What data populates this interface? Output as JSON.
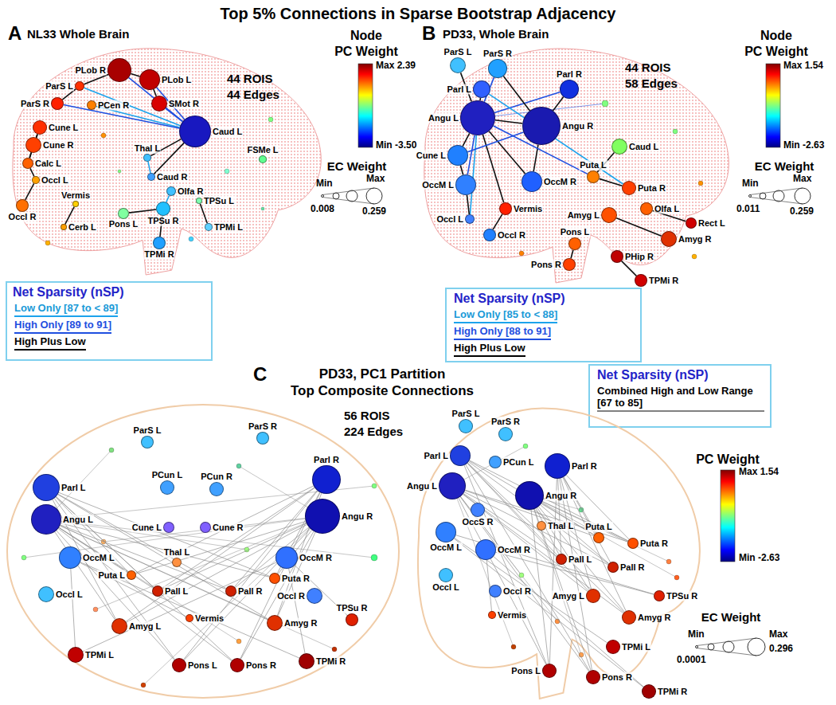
{
  "diagram": {
    "title": "Top 5% Connections in Sparse Bootstrap Adjacency",
    "nodes": [
      {
        "text": [
          "PLob R"
        ]
      },
      {
        "text": [
          "PLob L"
        ]
      },
      {
        "text": [
          "ParS L"
        ]
      },
      {
        "text": [
          "ParS R"
        ]
      },
      {
        "text": [
          "SMot R"
        ]
      },
      {
        "text": [
          "PCen R"
        ]
      },
      {
        "text": [
          "FSMe L"
        ]
      },
      {
        "text": [
          "Cune L"
        ]
      },
      {
        "text": [
          "Cune R"
        ]
      },
      {
        "text": [
          "Calc L"
        ]
      },
      {
        "text": [
          "Occl L"
        ]
      },
      {
        "text": [
          "Thal L"
        ]
      },
      {
        "text": [
          "Caud L"
        ]
      },
      {
        "text": [
          "Caud R"
        ]
      },
      {
        "text": [
          "Olfa R"
        ]
      },
      {
        "text": [
          "Occl R"
        ]
      },
      {
        "text": [
          "Vermis"
        ]
      },
      {
        "text": [
          "TPSu L"
        ]
      },
      {
        "text": [
          "Pons L"
        ]
      },
      {
        "text": [
          "TPSu R"
        ]
      },
      {
        "text": [
          "Cerb L"
        ]
      },
      {
        "text": [
          "TPMi L"
        ]
      },
      {
        "text": [
          "TPMi R"
        ]
      },
      {
        "text": [
          "ParS L"
        ]
      },
      {
        "text": [
          "ParS R"
        ]
      },
      {
        "text": [
          "Parl L"
        ]
      },
      {
        "text": [
          "Parl R"
        ]
      },
      {
        "text": [
          "Angu L"
        ]
      },
      {
        "text": [
          "Angu R"
        ]
      },
      {
        "text": [
          "Cune L"
        ]
      },
      {
        "text": [
          "Caud L"
        ]
      },
      {
        "text": [
          "Puta L"
        ]
      },
      {
        "text": [
          "OccM L"
        ]
      },
      {
        "text": [
          "OccM R"
        ]
      },
      {
        "text": [
          "Puta R"
        ]
      },
      {
        "text": [
          "Olfa L"
        ]
      },
      {
        "text": [
          "Vermis"
        ]
      },
      {
        "text": [
          "Amyg L"
        ]
      },
      {
        "text": [
          "Rect L"
        ]
      },
      {
        "text": [
          "Occl L"
        ]
      },
      {
        "text": [
          "Occl R"
        ]
      },
      {
        "text": [
          "Pons L"
        ]
      },
      {
        "text": [
          "Amyg R"
        ]
      },
      {
        "text": [
          "PHip R"
        ]
      },
      {
        "text": [
          "Pons R"
        ]
      },
      {
        "text": [
          "TPMi R"
        ]
      },
      {
        "text": [
          "ParS L"
        ]
      },
      {
        "text": [
          "ParS R"
        ]
      },
      {
        "text": [
          "Parl L"
        ]
      },
      {
        "text": [
          "PCun L"
        ]
      },
      {
        "text": [
          "PCun R"
        ]
      },
      {
        "text": [
          "Parl R"
        ]
      },
      {
        "text": [
          "Angu L"
        ]
      },
      {
        "text": [
          "Angu R"
        ]
      },
      {
        "text": [
          "Cune L"
        ]
      },
      {
        "text": [
          "Cune R"
        ]
      },
      {
        "text": [
          "OccM L"
        ]
      },
      {
        "text": [
          "OccM R"
        ]
      },
      {
        "text": [
          "Thal L"
        ]
      },
      {
        "text": [
          "Puta L"
        ]
      },
      {
        "text": [
          "Puta R"
        ]
      },
      {
        "text": [
          "Pall L"
        ]
      },
      {
        "text": [
          "Pall R"
        ]
      },
      {
        "text": [
          "Occl L"
        ]
      },
      {
        "text": [
          "Occl R"
        ]
      },
      {
        "text": [
          "Vermis"
        ]
      },
      {
        "text": [
          "Amyg L"
        ]
      },
      {
        "text": [
          "Amyg R"
        ]
      },
      {
        "text": [
          "TPSu R"
        ]
      },
      {
        "text": [
          "TPMi L"
        ]
      },
      {
        "text": [
          "Pons L"
        ]
      },
      {
        "text": [
          "Pons R"
        ]
      },
      {
        "text": [
          "TPMi R"
        ]
      },
      {
        "text": [
          "ParS L"
        ]
      },
      {
        "text": [
          "ParS R"
        ]
      },
      {
        "text": [
          "Parl L"
        ]
      },
      {
        "text": [
          "PCun L"
        ]
      },
      {
        "text": [
          "Parl R"
        ]
      },
      {
        "text": [
          "Angu L"
        ]
      },
      {
        "text": [
          "Angu R"
        ]
      },
      {
        "text": [
          "OccS R"
        ]
      },
      {
        "text": [
          "OccM L"
        ]
      },
      {
        "text": [
          "OccM R"
        ]
      },
      {
        "text": [
          "Thal L"
        ]
      },
      {
        "text": [
          "Puta L"
        ]
      },
      {
        "text": [
          "Puta R"
        ]
      },
      {
        "text": [
          "Pall L"
        ]
      },
      {
        "text": [
          "Pall R"
        ]
      },
      {
        "text": [
          "Occl L"
        ]
      },
      {
        "text": [
          "Occl R"
        ]
      },
      {
        "text": [
          "Amyg L"
        ]
      },
      {
        "text": [
          "TPSu R"
        ]
      },
      {
        "text": [
          "Amyg R"
        ]
      },
      {
        "text": [
          "Vermis"
        ]
      },
      {
        "text": [
          "TPMi L"
        ]
      },
      {
        "text": [
          "Pons L"
        ]
      },
      {
        "text": [
          "Pons R"
        ]
      },
      {
        "text": [
          "TPMi R"
        ]
      }
    ],
    "edges": [
      {
        "from": 12,
        "to": 0,
        "arrow": "none"
      },
      {
        "from": 12,
        "to": 1,
        "arrow": "none"
      },
      {
        "from": 12,
        "to": 2,
        "arrow": "none"
      },
      {
        "from": 12,
        "to": 4,
        "arrow": "none"
      },
      {
        "from": 12,
        "to": 5,
        "arrow": "none"
      },
      {
        "from": 12,
        "to": 3,
        "arrow": "none"
      },
      {
        "from": 0,
        "to": 1,
        "arrow": "none"
      },
      {
        "from": 2,
        "to": 0,
        "arrow": "none"
      },
      {
        "from": 1,
        "to": 4,
        "arrow": "none"
      },
      {
        "from": 3,
        "to": 2,
        "arrow": "none"
      },
      {
        "from": 12,
        "to": 11,
        "arrow": "none"
      },
      {
        "from": 12,
        "to": 13,
        "arrow": "none"
      },
      {
        "from": 11,
        "to": 13,
        "arrow": "none"
      },
      {
        "from": 7,
        "to": 8,
        "arrow": "none"
      },
      {
        "from": 8,
        "to": 9,
        "arrow": "none"
      },
      {
        "from": 9,
        "to": 10,
        "arrow": "none"
      },
      {
        "from": 10,
        "to": 15,
        "arrow": "none"
      },
      {
        "from": 7,
        "to": 9,
        "arrow": "none"
      },
      {
        "from": 16,
        "to": 20,
        "arrow": "none"
      },
      {
        "from": 14,
        "to": 19,
        "arrow": "none"
      },
      {
        "from": 19,
        "to": 22,
        "arrow": "none"
      },
      {
        "from": 17,
        "to": 21,
        "arrow": "none"
      },
      {
        "from": 18,
        "to": 19,
        "arrow": "none"
      },
      {
        "from": 27,
        "to": 23,
        "arrow": "none"
      },
      {
        "from": 27,
        "to": 24,
        "arrow": "none"
      },
      {
        "from": 27,
        "to": 25,
        "arrow": "none"
      },
      {
        "from": 27,
        "to": 26,
        "arrow": "none"
      },
      {
        "from": 27,
        "to": 28,
        "arrow": "none"
      },
      {
        "from": 27,
        "to": 29,
        "arrow": "none"
      },
      {
        "from": 27,
        "to": 32,
        "arrow": "none"
      },
      {
        "from": 27,
        "to": 33,
        "arrow": "none"
      },
      {
        "from": 27,
        "to": 39,
        "arrow": "none"
      },
      {
        "from": 27,
        "to": 36,
        "arrow": "none"
      },
      {
        "from": 28,
        "to": 26,
        "arrow": "none"
      },
      {
        "from": 28,
        "to": 24,
        "arrow": "none"
      },
      {
        "from": 28,
        "to": 33,
        "arrow": "none"
      },
      {
        "from": 28,
        "to": 29,
        "arrow": "none"
      },
      {
        "from": 27,
        "to": 31,
        "arrow": "none"
      },
      {
        "from": 25,
        "to": 34,
        "arrow": "none"
      },
      {
        "from": 30,
        "to": 31,
        "arrow": "none"
      },
      {
        "from": 31,
        "to": 34,
        "arrow": "none"
      },
      {
        "from": 35,
        "to": 38,
        "arrow": "none"
      },
      {
        "from": 37,
        "to": 42,
        "arrow": "none"
      },
      {
        "from": 41,
        "to": 44,
        "arrow": "none"
      },
      {
        "from": 43,
        "to": 45,
        "arrow": "none"
      },
      {
        "from": 36,
        "to": 40,
        "arrow": "none"
      },
      {
        "from": 32,
        "to": 39,
        "arrow": "none"
      },
      {
        "from": 29,
        "to": 32,
        "arrow": "none"
      },
      {
        "from": 48,
        "to": 59,
        "arrow": "none"
      },
      {
        "from": 48,
        "to": 60,
        "arrow": "none"
      },
      {
        "from": 48,
        "to": 61,
        "arrow": "none"
      },
      {
        "from": 48,
        "to": 62,
        "arrow": "none"
      },
      {
        "from": 48,
        "to": 66,
        "arrow": "none"
      },
      {
        "from": 48,
        "to": 67,
        "arrow": "none"
      },
      {
        "from": 48,
        "to": 70,
        "arrow": "none"
      },
      {
        "from": 48,
        "to": 71,
        "arrow": "none"
      },
      {
        "from": 51,
        "to": 59,
        "arrow": "none"
      },
      {
        "from": 51,
        "to": 60,
        "arrow": "none"
      },
      {
        "from": 51,
        "to": 61,
        "arrow": "none"
      },
      {
        "from": 51,
        "to": 62,
        "arrow": "none"
      },
      {
        "from": 51,
        "to": 66,
        "arrow": "none"
      },
      {
        "from": 51,
        "to": 67,
        "arrow": "none"
      },
      {
        "from": 51,
        "to": 70,
        "arrow": "none"
      },
      {
        "from": 51,
        "to": 71,
        "arrow": "none"
      },
      {
        "from": 52,
        "to": 59,
        "arrow": "none"
      },
      {
        "from": 52,
        "to": 60,
        "arrow": "none"
      },
      {
        "from": 52,
        "to": 61,
        "arrow": "none"
      },
      {
        "from": 52,
        "to": 62,
        "arrow": "none"
      },
      {
        "from": 52,
        "to": 66,
        "arrow": "none"
      },
      {
        "from": 52,
        "to": 67,
        "arrow": "none"
      },
      {
        "from": 52,
        "to": 70,
        "arrow": "none"
      },
      {
        "from": 52,
        "to": 71,
        "arrow": "none"
      },
      {
        "from": 53,
        "to": 59,
        "arrow": "none"
      },
      {
        "from": 53,
        "to": 60,
        "arrow": "none"
      },
      {
        "from": 53,
        "to": 61,
        "arrow": "none"
      },
      {
        "from": 53,
        "to": 62,
        "arrow": "none"
      },
      {
        "from": 53,
        "to": 66,
        "arrow": "none"
      },
      {
        "from": 53,
        "to": 67,
        "arrow": "none"
      },
      {
        "from": 53,
        "to": 70,
        "arrow": "none"
      },
      {
        "from": 53,
        "to": 71,
        "arrow": "none"
      },
      {
        "from": 56,
        "to": 69,
        "arrow": "none"
      },
      {
        "from": 56,
        "to": 72,
        "arrow": "none"
      },
      {
        "from": 56,
        "to": 65,
        "arrow": "none"
      },
      {
        "from": 57,
        "to": 68,
        "arrow": "none"
      },
      {
        "from": 57,
        "to": 69,
        "arrow": "none"
      },
      {
        "from": 57,
        "to": 72,
        "arrow": "none"
      },
      {
        "from": 75,
        "to": 84,
        "arrow": "none"
      },
      {
        "from": 75,
        "to": 85,
        "arrow": "none"
      },
      {
        "from": 75,
        "to": 86,
        "arrow": "none"
      },
      {
        "from": 75,
        "to": 87,
        "arrow": "none"
      },
      {
        "from": 75,
        "to": 90,
        "arrow": "none"
      },
      {
        "from": 75,
        "to": 92,
        "arrow": "none"
      },
      {
        "from": 75,
        "to": 95,
        "arrow": "none"
      },
      {
        "from": 75,
        "to": 96,
        "arrow": "none"
      },
      {
        "from": 77,
        "to": 84,
        "arrow": "none"
      },
      {
        "from": 77,
        "to": 85,
        "arrow": "none"
      },
      {
        "from": 77,
        "to": 86,
        "arrow": "none"
      },
      {
        "from": 77,
        "to": 87,
        "arrow": "none"
      },
      {
        "from": 77,
        "to": 90,
        "arrow": "none"
      },
      {
        "from": 77,
        "to": 92,
        "arrow": "none"
      },
      {
        "from": 77,
        "to": 95,
        "arrow": "none"
      },
      {
        "from": 77,
        "to": 96,
        "arrow": "none"
      },
      {
        "from": 78,
        "to": 84,
        "arrow": "none"
      },
      {
        "from": 78,
        "to": 85,
        "arrow": "none"
      },
      {
        "from": 78,
        "to": 86,
        "arrow": "none"
      },
      {
        "from": 78,
        "to": 87,
        "arrow": "none"
      },
      {
        "from": 78,
        "to": 90,
        "arrow": "none"
      },
      {
        "from": 78,
        "to": 92,
        "arrow": "none"
      },
      {
        "from": 78,
        "to": 95,
        "arrow": "none"
      },
      {
        "from": 78,
        "to": 96,
        "arrow": "none"
      },
      {
        "from": 79,
        "to": 84,
        "arrow": "none"
      },
      {
        "from": 79,
        "to": 85,
        "arrow": "none"
      },
      {
        "from": 79,
        "to": 86,
        "arrow": "none"
      },
      {
        "from": 79,
        "to": 87,
        "arrow": "none"
      },
      {
        "from": 79,
        "to": 90,
        "arrow": "none"
      },
      {
        "from": 79,
        "to": 92,
        "arrow": "none"
      },
      {
        "from": 79,
        "to": 95,
        "arrow": "none"
      },
      {
        "from": 79,
        "to": 96,
        "arrow": "none"
      },
      {
        "from": 81,
        "to": 94,
        "arrow": "none"
      },
      {
        "from": 81,
        "to": 97,
        "arrow": "none"
      },
      {
        "from": 81,
        "to": 91,
        "arrow": "none"
      },
      {
        "from": 82,
        "to": 93,
        "arrow": "none"
      },
      {
        "from": 82,
        "to": 91,
        "arrow": "none"
      },
      {
        "from": 82,
        "to": 97,
        "arrow": "none"
      }
    ],
    "labels": [
      "A",
      "NL33 Whole Brain",
      "44 ROIS",
      "44 Edges",
      "Node",
      "PC Weight",
      "Max 2.39",
      "Min -3.50",
      "EC Weight",
      "Min",
      "0.008",
      "Max",
      "0.259",
      "Net Sparsity (nSP)",
      "B",
      "PD33, Whole Brain",
      "44 ROIS",
      "58 Edges",
      "Node",
      "PC Weight",
      "Max 1.54",
      "Min -2.63",
      "EC Weight",
      "Min",
      "0.011",
      "Max",
      "0.259",
      "Net Sparsity (nSP)",
      "C",
      "PD33, PC1 Partition",
      "Top Composite Connections",
      "Net Sparsity (nSP)",
      "56 ROIS",
      "224 Edges",
      "PC Weight",
      "Max 1.54",
      "Min -2.63",
      "EC Weight",
      "Min",
      "0.0001",
      "Max",
      "0.296"
    ],
    "legend": [
      {
        "text": "Low Only [87 to < 89]",
        "color": "#1ca3ec"
      },
      {
        "text": "High Only [89 to 91]",
        "color": "#1f4fe0"
      },
      {
        "text": "High Plus Low",
        "color": "#000000"
      },
      {
        "text": "Low Only [85 to < 88]",
        "color": "#1ca3ec"
      },
      {
        "text": "High Only [88 to 91]",
        "color": "#1f4fe0"
      },
      {
        "text": "High Plus Low",
        "color": "#000000"
      },
      {
        "text": "Combined High and Low Range [67 to 85]",
        "color": "#808080"
      }
    ]
  }
}
